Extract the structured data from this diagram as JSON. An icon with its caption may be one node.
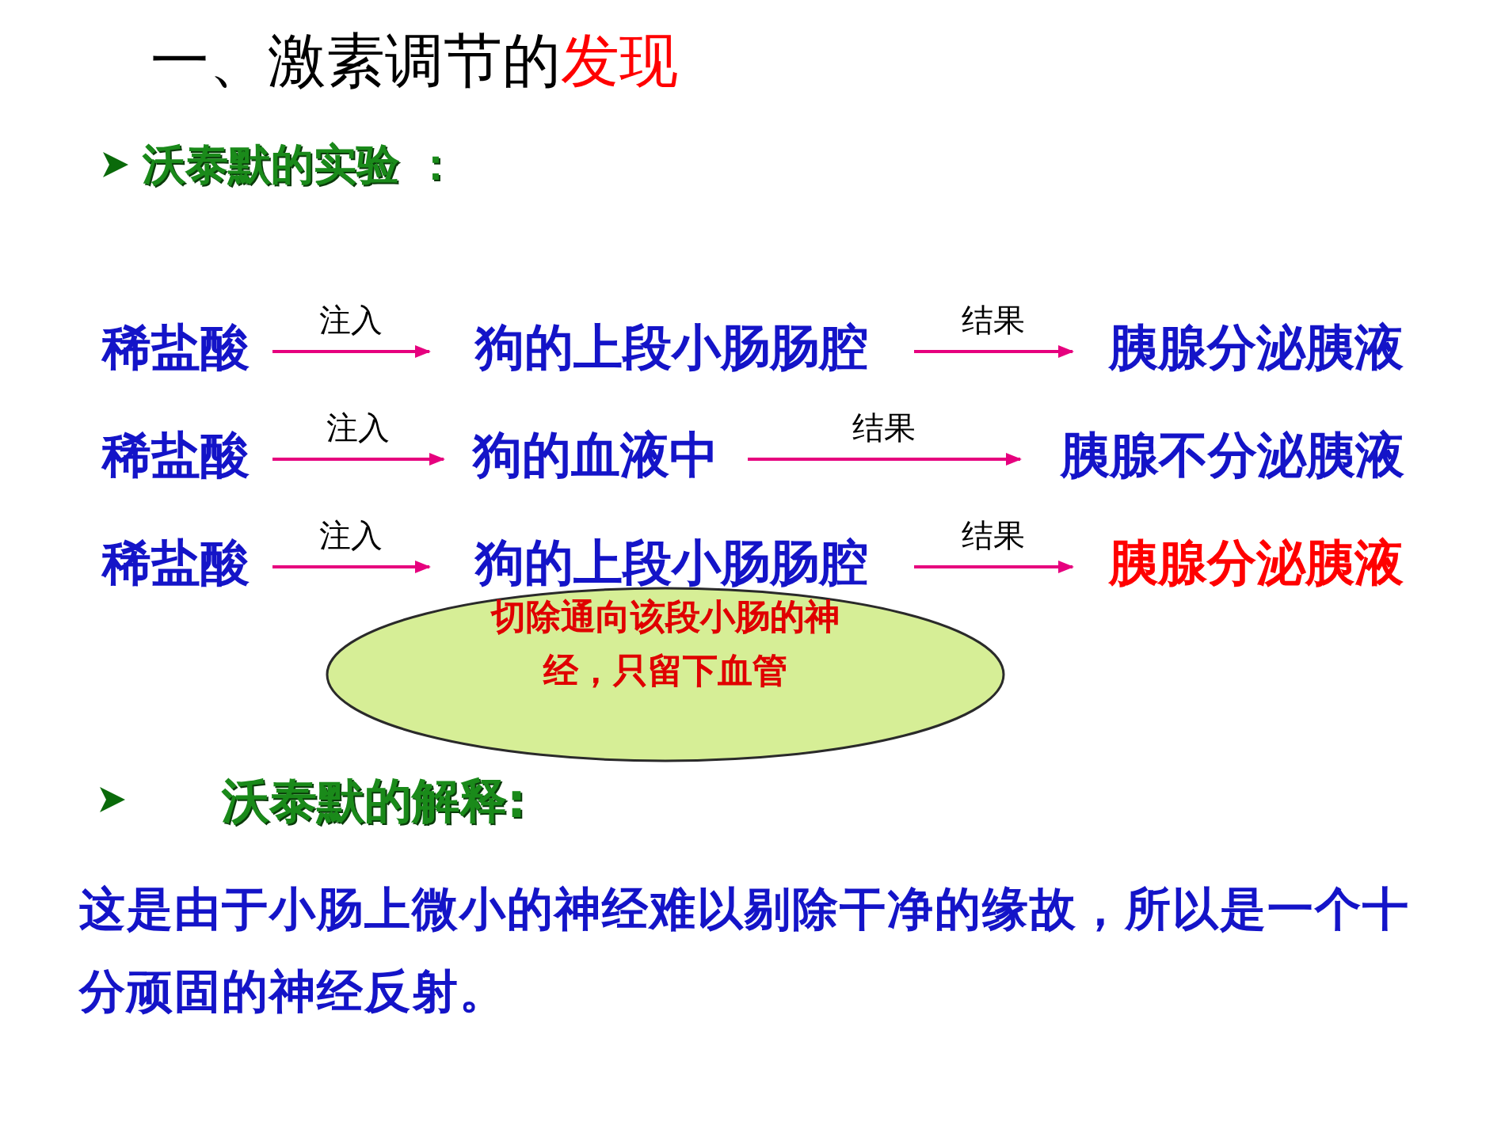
{
  "diagram": {
    "title": "一、激素调节的发现",
    "nodes": [
      {
        "text": [
          "稀盐酸"
        ]
      },
      {
        "text": [
          "狗的上段小肠肠腔"
        ]
      },
      {
        "text": [
          "胰腺分泌胰液"
        ]
      },
      {
        "text": [
          "稀盐酸"
        ]
      },
      {
        "text": [
          "狗的血液中"
        ]
      },
      {
        "text": [
          "胰腺不分泌胰液"
        ]
      },
      {
        "text": [
          "稀盐酸"
        ]
      },
      {
        "text": [
          "狗的上段小肠肠腔"
        ]
      },
      {
        "text": [
          "胰腺分泌胰液"
        ]
      },
      {
        "text": [
          "切除通向该段小肠的神经，只留下血管"
        ]
      }
    ],
    "edges": [
      {
        "from": 0,
        "to": 1,
        "arrow": "to",
        "label": "注入"
      },
      {
        "from": 1,
        "to": 2,
        "arrow": "to",
        "label": "结果"
      },
      {
        "from": 3,
        "to": 4,
        "arrow": "to",
        "label": "注入"
      },
      {
        "from": 4,
        "to": 5,
        "arrow": "to",
        "label": "结果"
      },
      {
        "from": 6,
        "to": 7,
        "arrow": "to",
        "label": "注入"
      },
      {
        "from": 7,
        "to": 8,
        "arrow": "to",
        "label": "结果"
      }
    ],
    "labels": [
      "沃泰默的实验 ：",
      "沃泰默的解释:",
      "这是由于小肠上微小的神经难以剔除干净的缘故，所以是一个十分顽固的神经反射。"
    ]
  }
}
